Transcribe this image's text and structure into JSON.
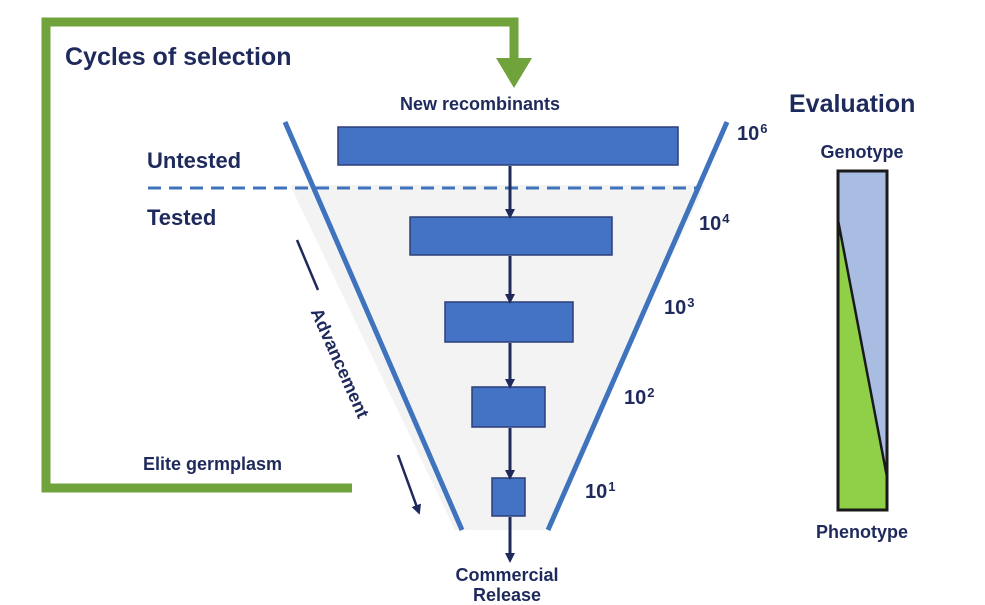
{
  "title": "Cycles of selection",
  "funnel": {
    "top_label": "New recombinants",
    "untested_label": "Untested",
    "tested_label": "Tested",
    "advancement_label": "Advancement",
    "elite_label": "Elite germplasm",
    "release_line1": "Commercial",
    "release_line2": "Release",
    "magnitudes": [
      {
        "base": "10",
        "exp": "6"
      },
      {
        "base": "10",
        "exp": "4"
      },
      {
        "base": "10",
        "exp": "3"
      },
      {
        "base": "10",
        "exp": "2"
      },
      {
        "base": "10",
        "exp": "1"
      }
    ]
  },
  "evaluation": {
    "title": "Evaluation",
    "top_label": "Genotype",
    "bottom_label": "Phenotype"
  },
  "colors": {
    "box_fill": "#4472c4",
    "box_stroke": "#2c3e78",
    "funnel_line": "#3f73bd",
    "text": "#1f2a5c",
    "loop_arrow": "#70a33c",
    "genotype_fill": "#a9bde3",
    "phenotype_fill": "#8fd048",
    "funnel_bg": "#f3f3f3"
  }
}
